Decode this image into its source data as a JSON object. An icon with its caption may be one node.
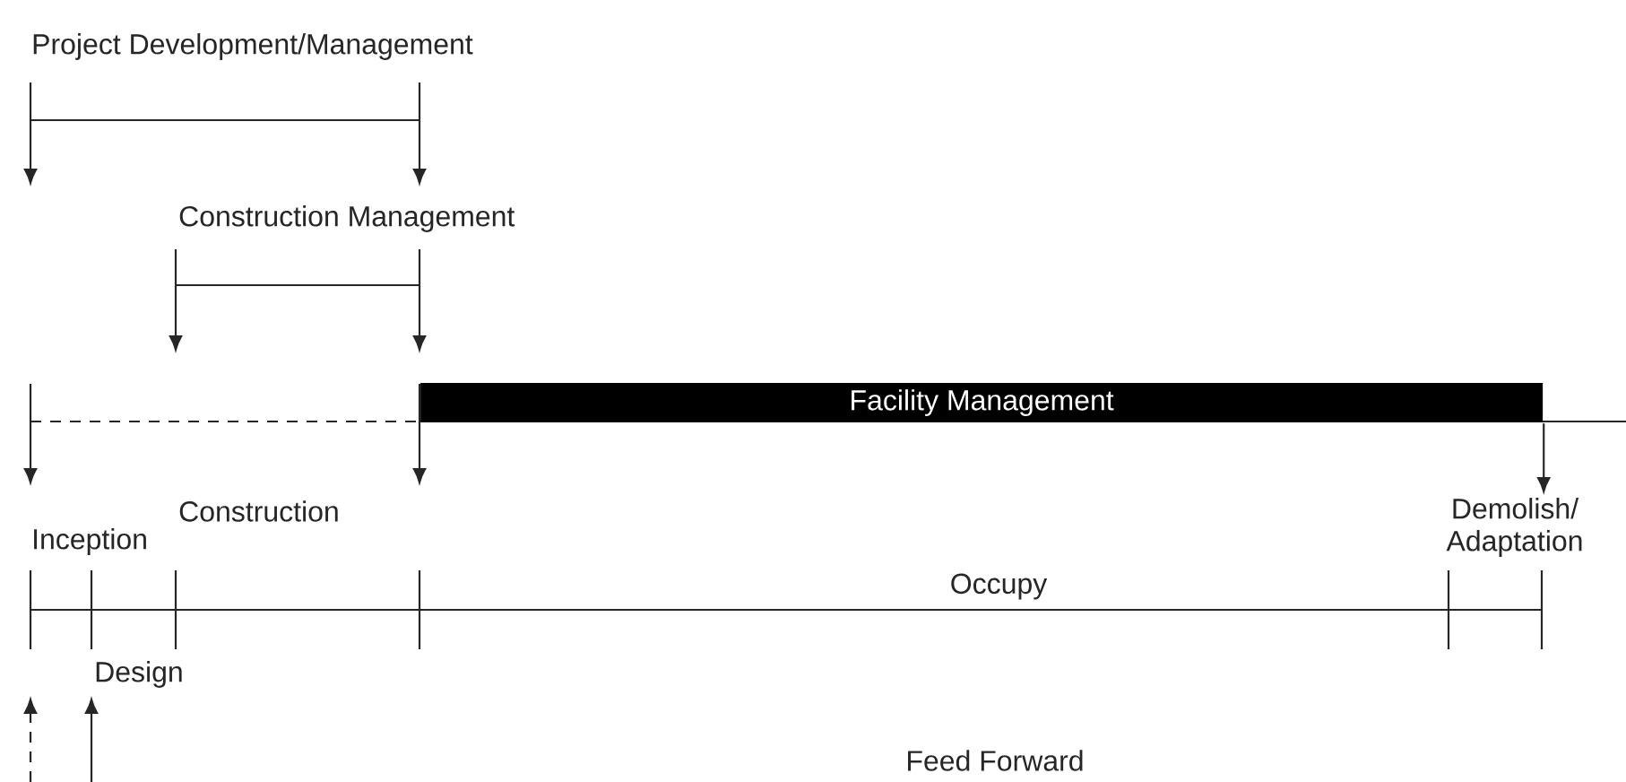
{
  "diagram": {
    "nodes": [
      {
        "text": [
          "Facility Management"
        ]
      },
      {
        "text": [
          "Demolish/ Adaptation"
        ]
      }
    ],
    "edges": [
      {
        "from": 0,
        "to": 1,
        "arrow": "to"
      }
    ],
    "labels": [
      "Project Development/Management",
      "Construction Management",
      "Construction",
      "Inception",
      "Occupy",
      "Design",
      "Feed Forward"
    ]
  }
}
